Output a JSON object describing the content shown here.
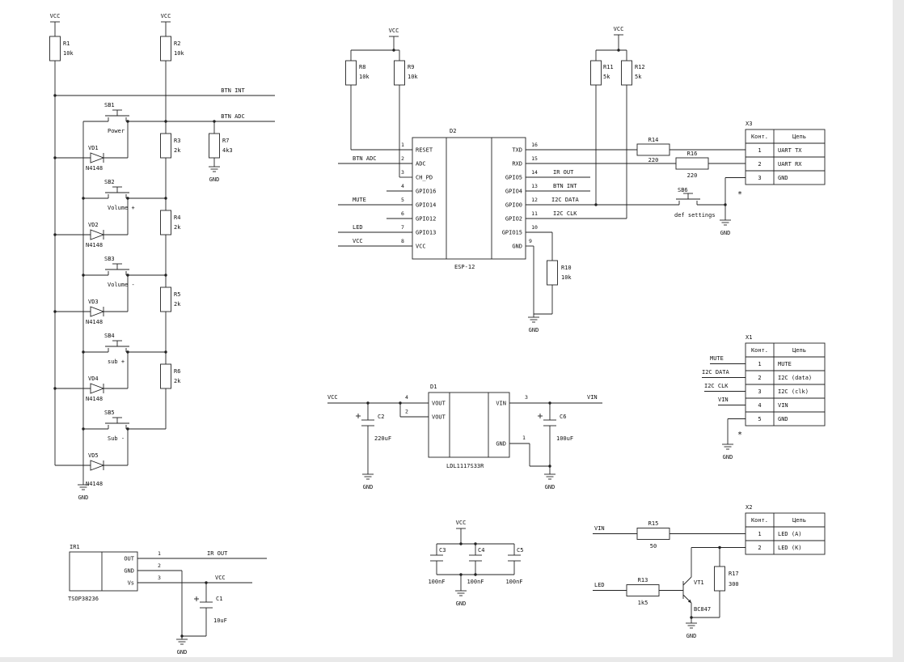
{
  "page": {
    "note_mark": "*"
  },
  "nets": {
    "vcc": "VCC",
    "gnd": "GND",
    "vin": "VIN",
    "btn_int": "BTN INT",
    "btn_adc": "BTN ADC",
    "mute": "MUTE",
    "led": "LED",
    "ir_out": "IR OUT",
    "i2c_data": "I2C DATA",
    "i2c_clk": "I2C CLK"
  },
  "resistors": {
    "r1": {
      "ref": "R1",
      "value": "10k"
    },
    "r2": {
      "ref": "R2",
      "value": "10k"
    },
    "r3": {
      "ref": "R3",
      "value": "2k"
    },
    "r4": {
      "ref": "R4",
      "value": "2k"
    },
    "r5": {
      "ref": "R5",
      "value": "2k"
    },
    "r6": {
      "ref": "R6",
      "value": "2k"
    },
    "r7": {
      "ref": "R7",
      "value": "4k3"
    },
    "r8": {
      "ref": "R8",
      "value": "10k"
    },
    "r9": {
      "ref": "R9",
      "value": "10k"
    },
    "r10": {
      "ref": "R10",
      "value": "10k"
    },
    "r11": {
      "ref": "R11",
      "value": "5k"
    },
    "r12": {
      "ref": "R12",
      "value": "5k"
    },
    "r13": {
      "ref": "R13",
      "value": "1k5"
    },
    "r14": {
      "ref": "R14",
      "value": "220"
    },
    "r15": {
      "ref": "R15",
      "value": "50"
    },
    "r16": {
      "ref": "R16",
      "value": "220"
    },
    "r17": {
      "ref": "R17",
      "value": "300"
    }
  },
  "capacitors": {
    "c1": {
      "ref": "C1",
      "value": "10uF"
    },
    "c2": {
      "ref": "C2",
      "value": "220uF"
    },
    "c3": {
      "ref": "C3",
      "value": "100nF"
    },
    "c4": {
      "ref": "C4",
      "value": "100nF"
    },
    "c5": {
      "ref": "C5",
      "value": "100nF"
    },
    "c6": {
      "ref": "C6",
      "value": "100uF"
    }
  },
  "diodes": {
    "vd1": {
      "ref": "VD1",
      "value": "N4148"
    },
    "vd2": {
      "ref": "VD2",
      "value": "N4148"
    },
    "vd3": {
      "ref": "VD3",
      "value": "N4148"
    },
    "vd4": {
      "ref": "VD4",
      "value": "N4148"
    },
    "vd5": {
      "ref": "VD5",
      "value": "N4148"
    }
  },
  "buttons": {
    "sb1": {
      "ref": "SB1",
      "label": "Power"
    },
    "sb2": {
      "ref": "SB2",
      "label": "Volume +"
    },
    "sb3": {
      "ref": "SB3",
      "label": "Volume -"
    },
    "sb4": {
      "ref": "SB4",
      "label": "sub +"
    },
    "sb5": {
      "ref": "SB5",
      "label": "Sub -"
    },
    "sb6": {
      "ref": "SB6",
      "label": "def settings"
    }
  },
  "transistor": {
    "ref": "VT1",
    "value": "BC847"
  },
  "ics": {
    "d2": {
      "ref": "D2",
      "value": "ESP-12",
      "left_pins": [
        {
          "num": "1",
          "name": "RESET"
        },
        {
          "num": "2",
          "name": "ADC"
        },
        {
          "num": "3",
          "name": "CH_PD"
        },
        {
          "num": "4",
          "name": "GPIO16"
        },
        {
          "num": "5",
          "name": "GPIO14"
        },
        {
          "num": "6",
          "name": "GPIO12"
        },
        {
          "num": "7",
          "name": "GPIO13"
        },
        {
          "num": "8",
          "name": "VCC"
        }
      ],
      "right_pins": [
        {
          "num": "16",
          "name": "TXD"
        },
        {
          "num": "15",
          "name": "RXD"
        },
        {
          "num": "14",
          "name": "GPIO5"
        },
        {
          "num": "13",
          "name": "GPIO4"
        },
        {
          "num": "12",
          "name": "GPIO0"
        },
        {
          "num": "11",
          "name": "GPIO2"
        },
        {
          "num": "10",
          "name": "GPIO15"
        },
        {
          "num": "9",
          "name": "GND"
        }
      ]
    },
    "d1": {
      "ref": "D1",
      "value": "LDL1117S33R",
      "pin_names": {
        "vout": "VOUT",
        "vin": "VIN",
        "gnd": "GND"
      },
      "pin_nums": {
        "p1": "1",
        "p2": "2",
        "p3": "3",
        "p4": "4"
      }
    },
    "ir1": {
      "ref": "IR1",
      "value": "TSOP38236",
      "pin_names": {
        "out": "OUT",
        "gnd": "GND",
        "vs": "Vs"
      },
      "pin_nums": {
        "p1": "1",
        "p2": "2",
        "p3": "3"
      }
    }
  },
  "connectors": {
    "col_pin": "Конт.",
    "col_net": "Цепь",
    "x1": {
      "ref": "X1",
      "rows": [
        [
          "1",
          "MUTE"
        ],
        [
          "2",
          "I2C (data)"
        ],
        [
          "3",
          "I2C (clk)"
        ],
        [
          "4",
          "VIN"
        ],
        [
          "5",
          "GND"
        ]
      ]
    },
    "x2": {
      "ref": "X2",
      "rows": [
        [
          "1",
          "LED (A)"
        ],
        [
          "2",
          "LED (K)"
        ]
      ]
    },
    "x3": {
      "ref": "X3",
      "rows": [
        [
          "1",
          "UART TX"
        ],
        [
          "2",
          "UART RX"
        ],
        [
          "3",
          "GND"
        ]
      ]
    }
  }
}
